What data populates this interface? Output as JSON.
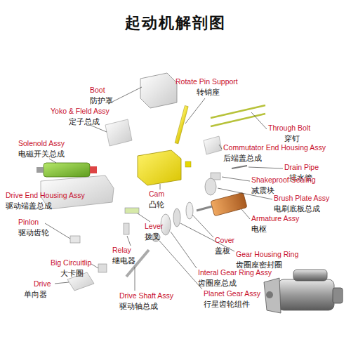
{
  "diagram": {
    "title": "起动机解剖图",
    "labels": [
      "Boot",
      "防护罩",
      "Rotate Pin Support",
      "转销座",
      "Yoko & Fleld Assy",
      "定子总成",
      "Solenold Assy",
      "电磁开关总成",
      "Through Bolt",
      "穿钉",
      "Commutator End Housing Assy",
      "后端盖总成",
      "Drain Pipe",
      "排水管",
      "Shakeproof Sealing",
      "减震块",
      "Cam",
      "凸轮",
      "Brush Plate Assy",
      "电刷底板总成",
      "Drive End Housing Assy",
      "驱动端盖总成",
      "Armature Assy",
      "电枢",
      "Lever",
      "拨叉",
      "Cover",
      "盖板",
      "Pinlon",
      "驱动齿轮",
      "Relay",
      "继电器",
      "Gear Housing Ring",
      "齿圈座密封圈",
      "Big Circuitlip",
      "大卡圈",
      "Interal Gear Ring Assy",
      "齿圈座总成",
      "Drive",
      "单向器",
      "Drive Shaft Assy",
      "驱动轴总成",
      "Planet Gear Assy",
      "行星齿轮组件"
    ]
  }
}
